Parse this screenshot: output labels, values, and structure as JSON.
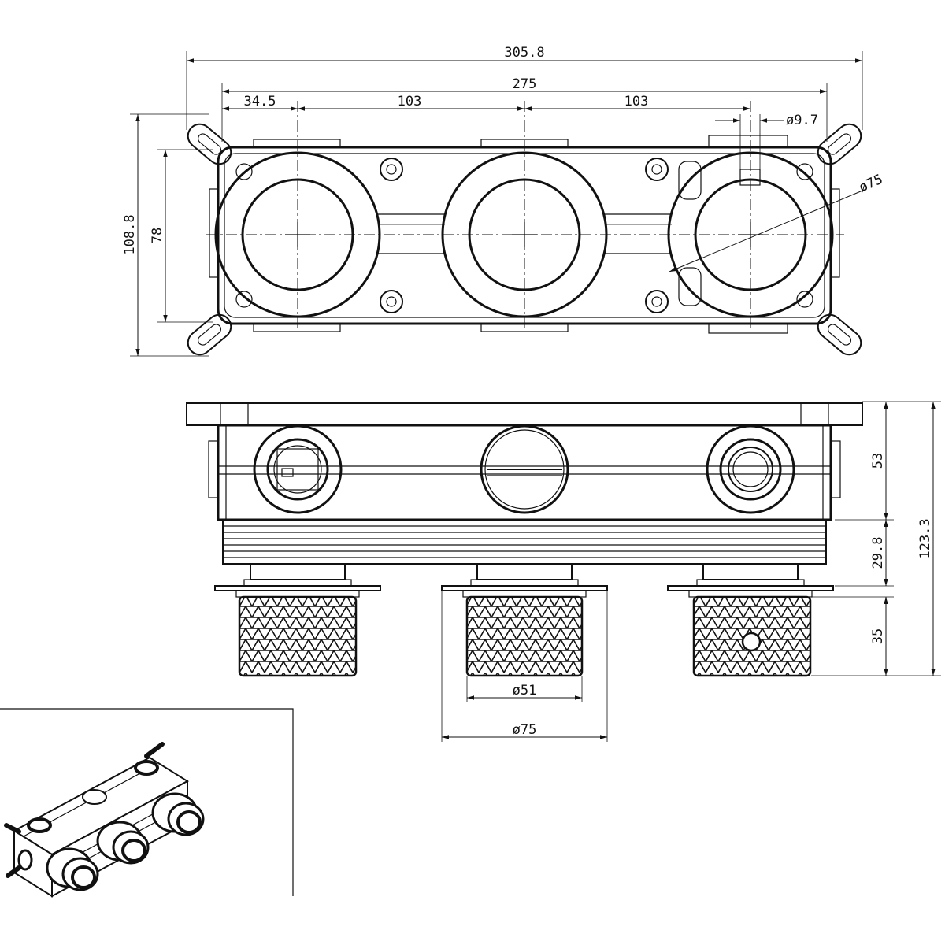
{
  "top_view": {
    "dims": {
      "overall_width": "305.8",
      "inner_width": "275",
      "left_offset": "34.5",
      "spacing_left": "103",
      "spacing_right": "103",
      "hole_diameter": "ø9.7",
      "ring_diameter": "ø75",
      "overall_height": "108.8",
      "inner_height": "78"
    }
  },
  "side_view": {
    "dims": {
      "body_height": "53",
      "thread_height": "29.8",
      "total_height": "123.3",
      "knob_height": "35",
      "knob_diameter": "ø51",
      "flange_diameter": "ø75"
    }
  },
  "colors": {
    "line": "#111111",
    "background": "#ffffff"
  }
}
